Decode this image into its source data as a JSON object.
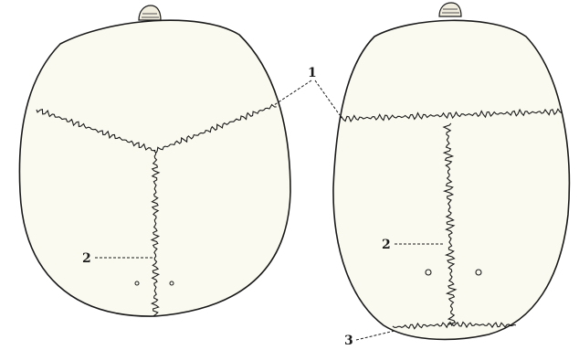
{
  "labels": {
    "coronal_suture": "1",
    "sagittal_suture": "2",
    "lambdoid_suture": "3"
  },
  "colors": {
    "paper": "#ffffff",
    "bone": "#fbfaf0",
    "ink": "#1a1a1a"
  }
}
